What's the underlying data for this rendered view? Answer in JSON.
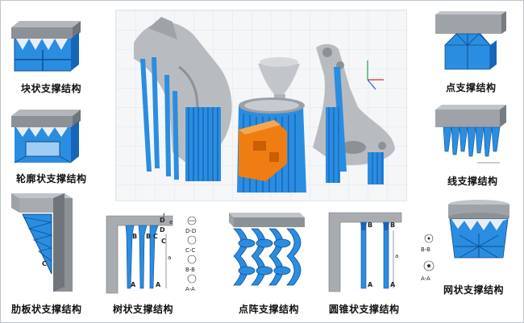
{
  "labels": {
    "block": "块状支撑结构",
    "contour": "轮廓状支撑结构",
    "rib": "肋板状支撑结构",
    "tree": "树状支撑结构",
    "lattice": "点阵支撑结构",
    "cone": "圆锥状支撑结构",
    "point": "点支撑结构",
    "line": "线支撑结构",
    "mesh": "网状支撑结构"
  },
  "annotations": {
    "tree_letters": [
      "A",
      "A",
      "B",
      "B",
      "C",
      "C",
      "D",
      "D"
    ],
    "tree_sections": [
      "D-D",
      "C-C",
      "B-B",
      "A-A"
    ],
    "tree_dims": [
      "f",
      "e",
      "a"
    ],
    "cone_letters": [
      "B",
      "B",
      "A",
      "A"
    ],
    "cone_sections": [
      "B-B",
      "A-A"
    ],
    "cone_dim": "a",
    "rib_letter": "C"
  },
  "colors": {
    "support_blue": "#2b8de0",
    "support_blue_dark": "#1565b8",
    "part_gray": "#9aa0a6",
    "part_gray_light": "#c9cdd1",
    "highlight_orange": "#f07d12"
  }
}
